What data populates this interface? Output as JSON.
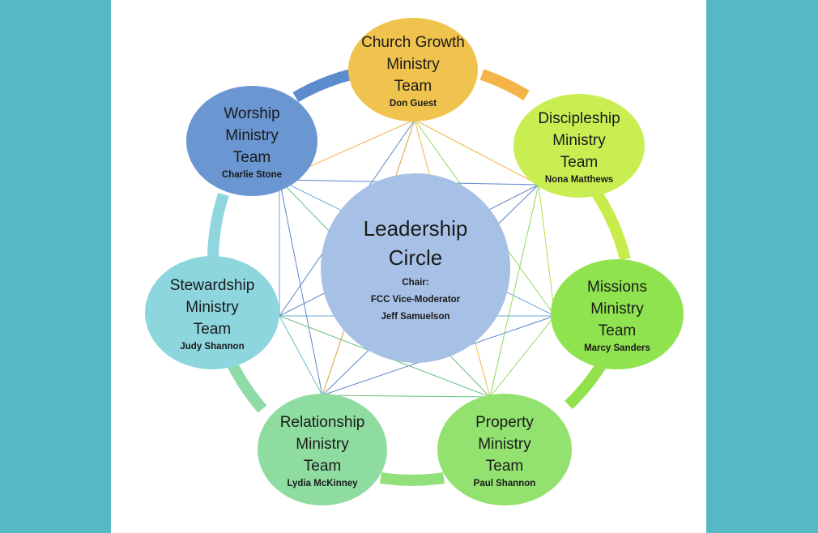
{
  "center": {
    "title_line1": "Leadership",
    "title_line2": "Circle",
    "chair_label": "Chair:",
    "chair_role": "FCC Vice-Moderator",
    "chair_name": "Jeff Samuelson",
    "color": "#a7c1e6"
  },
  "teams": [
    {
      "id": "church-growth",
      "lines": [
        "Church Growth",
        "Ministry",
        "Team"
      ],
      "leader": "Don Guest",
      "color": "#f0c34e"
    },
    {
      "id": "discipleship",
      "lines": [
        "Discipleship",
        "Ministry",
        "Team"
      ],
      "leader": "Nona Matthews",
      "color": "#c9ee52"
    },
    {
      "id": "missions",
      "lines": [
        "Missions",
        "Ministry",
        "Team"
      ],
      "leader": "Marcy Sanders",
      "color": "#8fe34f"
    },
    {
      "id": "property",
      "lines": [
        "Property",
        "Ministry",
        "Team"
      ],
      "leader": "Paul Shannon",
      "color": "#93e270"
    },
    {
      "id": "relationship",
      "lines": [
        "Relationship",
        "Ministry",
        "Team"
      ],
      "leader": "Lydia McKinney",
      "color": "#8fdca1"
    },
    {
      "id": "stewardship",
      "lines": [
        "Stewardship",
        "Ministry",
        "Team"
      ],
      "leader": "Judy Shannon",
      "color": "#8dd6de"
    },
    {
      "id": "worship",
      "lines": [
        "Worship",
        "Ministry",
        "Team"
      ],
      "leader": "Charlie Stone",
      "color": "#6a96d2"
    }
  ]
}
